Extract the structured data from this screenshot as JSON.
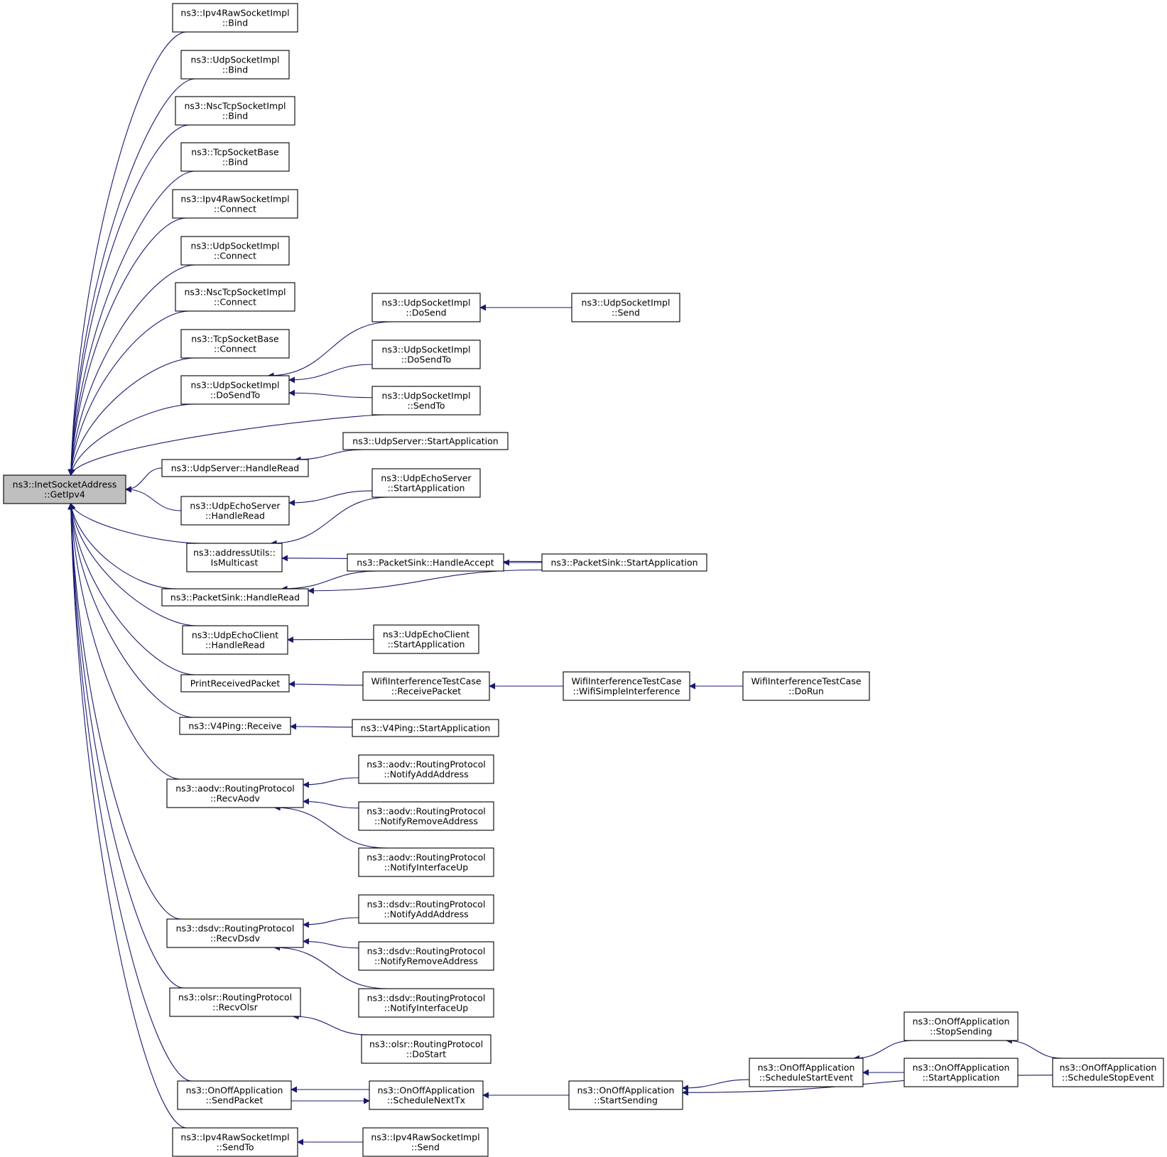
{
  "root": {
    "id": "root",
    "lines": [
      "ns3::InetSocketAddress",
      "::GetIpv4"
    ]
  },
  "nodes": [
    {
      "id": "n1",
      "lines": [
        "ns3::Ipv4RawSocketImpl",
        "::Bind"
      ]
    },
    {
      "id": "n2",
      "lines": [
        "ns3::UdpSocketImpl",
        "::Bind"
      ]
    },
    {
      "id": "n3",
      "lines": [
        "ns3::NscTcpSocketImpl",
        "::Bind"
      ]
    },
    {
      "id": "n4",
      "lines": [
        "ns3::TcpSocketBase",
        "::Bind"
      ]
    },
    {
      "id": "n5",
      "lines": [
        "ns3::Ipv4RawSocketImpl",
        "::Connect"
      ]
    },
    {
      "id": "n6",
      "lines": [
        "ns3::UdpSocketImpl",
        "::Connect"
      ]
    },
    {
      "id": "n7",
      "lines": [
        "ns3::NscTcpSocketImpl",
        "::Connect"
      ]
    },
    {
      "id": "n8",
      "lines": [
        "ns3::TcpSocketBase",
        "::Connect"
      ]
    },
    {
      "id": "n9",
      "lines": [
        "ns3::UdpSocketImpl",
        "::DoSendTo"
      ]
    },
    {
      "id": "n10",
      "lines": [
        "ns3::UdpServer::HandleRead"
      ]
    },
    {
      "id": "n11",
      "lines": [
        "ns3::UdpEchoServer",
        "::HandleRead"
      ]
    },
    {
      "id": "n12",
      "lines": [
        "ns3::addressUtils::",
        "IsMulticast"
      ]
    },
    {
      "id": "n13",
      "lines": [
        "ns3::PacketSink::HandleRead"
      ]
    },
    {
      "id": "n14",
      "lines": [
        "ns3::UdpEchoClient",
        "::HandleRead"
      ]
    },
    {
      "id": "n15",
      "lines": [
        "PrintReceivedPacket"
      ]
    },
    {
      "id": "n16",
      "lines": [
        "ns3::V4Ping::Receive"
      ]
    },
    {
      "id": "n17",
      "lines": [
        "ns3::aodv::RoutingProtocol",
        "::RecvAodv"
      ]
    },
    {
      "id": "n18",
      "lines": [
        "ns3::dsdv::RoutingProtocol",
        "::RecvDsdv"
      ]
    },
    {
      "id": "n19",
      "lines": [
        "ns3::olsr::RoutingProtocol",
        "::RecvOlsr"
      ]
    },
    {
      "id": "n20",
      "lines": [
        "ns3::OnOffApplication",
        "::SendPacket"
      ]
    },
    {
      "id": "n21",
      "lines": [
        "ns3::Ipv4RawSocketImpl",
        "::SendTo"
      ]
    },
    {
      "id": "m1",
      "lines": [
        "ns3::UdpSocketImpl",
        "::DoSend"
      ]
    },
    {
      "id": "m2",
      "lines": [
        "ns3::UdpSocketImpl",
        "::DoSendTo"
      ]
    },
    {
      "id": "m3",
      "lines": [
        "ns3::UdpSocketImpl",
        "::SendTo"
      ]
    },
    {
      "id": "m4",
      "lines": [
        "ns3::UdpServer::StartApplication"
      ]
    },
    {
      "id": "m5",
      "lines": [
        "ns3::UdpEchoServer",
        "::StartApplication"
      ]
    },
    {
      "id": "m6",
      "lines": [
        "ns3::PacketSink::HandleAccept"
      ]
    },
    {
      "id": "m7",
      "lines": [
        "ns3::UdpEchoClient",
        "::StartApplication"
      ]
    },
    {
      "id": "m8",
      "lines": [
        "WifiInterferenceTestCase",
        "::ReceivePacket"
      ]
    },
    {
      "id": "m9",
      "lines": [
        "ns3::V4Ping::StartApplication"
      ]
    },
    {
      "id": "m10",
      "lines": [
        "ns3::aodv::RoutingProtocol",
        "::NotifyAddAddress"
      ]
    },
    {
      "id": "m11",
      "lines": [
        "ns3::aodv::RoutingProtocol",
        "::NotifyRemoveAddress"
      ]
    },
    {
      "id": "m12",
      "lines": [
        "ns3::aodv::RoutingProtocol",
        "::NotifyInterfaceUp"
      ]
    },
    {
      "id": "m13",
      "lines": [
        "ns3::dsdv::RoutingProtocol",
        "::NotifyAddAddress"
      ]
    },
    {
      "id": "m14",
      "lines": [
        "ns3::dsdv::RoutingProtocol",
        "::NotifyRemoveAddress"
      ]
    },
    {
      "id": "m15",
      "lines": [
        "ns3::dsdv::RoutingProtocol",
        "::NotifyInterfaceUp"
      ]
    },
    {
      "id": "m16",
      "lines": [
        "ns3::olsr::RoutingProtocol",
        "::DoStart"
      ]
    },
    {
      "id": "m17",
      "lines": [
        "ns3::OnOffApplication",
        "::ScheduleNextTx"
      ]
    },
    {
      "id": "m18",
      "lines": [
        "ns3::Ipv4RawSocketImpl",
        "::Send"
      ]
    },
    {
      "id": "k1",
      "lines": [
        "ns3::UdpSocketImpl",
        "::Send"
      ]
    },
    {
      "id": "k2",
      "lines": [
        "ns3::PacketSink::StartApplication"
      ]
    },
    {
      "id": "k3",
      "lines": [
        "WifiInterferenceTestCase",
        "::WifiSimpleInterference"
      ]
    },
    {
      "id": "k4",
      "lines": [
        "ns3::OnOffApplication",
        "::StartSending"
      ]
    },
    {
      "id": "j1",
      "lines": [
        "WifiInterferenceTestCase",
        "::DoRun"
      ]
    },
    {
      "id": "j2",
      "lines": [
        "ns3::OnOffApplication",
        "::ScheduleStartEvent"
      ]
    },
    {
      "id": "i1",
      "lines": [
        "ns3::OnOffApplication",
        "::StopSending"
      ]
    },
    {
      "id": "i2",
      "lines": [
        "ns3::OnOffApplication",
        "::StartApplication"
      ]
    },
    {
      "id": "h1",
      "lines": [
        "ns3::OnOffApplication",
        "::ScheduleStopEvent"
      ]
    }
  ],
  "edges": [
    [
      "root",
      "n1"
    ],
    [
      "root",
      "n2"
    ],
    [
      "root",
      "n3"
    ],
    [
      "root",
      "n4"
    ],
    [
      "root",
      "n5"
    ],
    [
      "root",
      "n6"
    ],
    [
      "root",
      "n7"
    ],
    [
      "root",
      "n8"
    ],
    [
      "root",
      "n9"
    ],
    [
      "root",
      "m3"
    ],
    [
      "root",
      "n10"
    ],
    [
      "root",
      "n11"
    ],
    [
      "root",
      "n12"
    ],
    [
      "root",
      "n13"
    ],
    [
      "root",
      "n14"
    ],
    [
      "root",
      "n15"
    ],
    [
      "root",
      "n16"
    ],
    [
      "root",
      "n17"
    ],
    [
      "root",
      "n18"
    ],
    [
      "root",
      "n19"
    ],
    [
      "root",
      "n20"
    ],
    [
      "root",
      "n21"
    ],
    [
      "n9",
      "m1"
    ],
    [
      "n9",
      "m2"
    ],
    [
      "n9",
      "m3"
    ],
    [
      "m1",
      "k1"
    ],
    [
      "n10",
      "m4"
    ],
    [
      "n11",
      "m5"
    ],
    [
      "n12",
      "m5"
    ],
    [
      "n12",
      "k2"
    ],
    [
      "n13",
      "m6"
    ],
    [
      "n13",
      "k2"
    ],
    [
      "m6",
      "k2"
    ],
    [
      "n14",
      "m7"
    ],
    [
      "n15",
      "m8"
    ],
    [
      "m8",
      "k3"
    ],
    [
      "k3",
      "j1"
    ],
    [
      "n16",
      "m9"
    ],
    [
      "n17",
      "m10"
    ],
    [
      "n17",
      "m11"
    ],
    [
      "n17",
      "m12"
    ],
    [
      "n18",
      "m13"
    ],
    [
      "n18",
      "m14"
    ],
    [
      "n18",
      "m15"
    ],
    [
      "n19",
      "m16"
    ],
    [
      "n20",
      "m17"
    ],
    [
      "m17",
      "n20"
    ],
    [
      "m17",
      "k4"
    ],
    [
      "k4",
      "j2"
    ],
    [
      "k4",
      "h1"
    ],
    [
      "j2",
      "i1"
    ],
    [
      "j2",
      "i2"
    ],
    [
      "i1",
      "h1"
    ],
    [
      "n21",
      "m18"
    ]
  ]
}
